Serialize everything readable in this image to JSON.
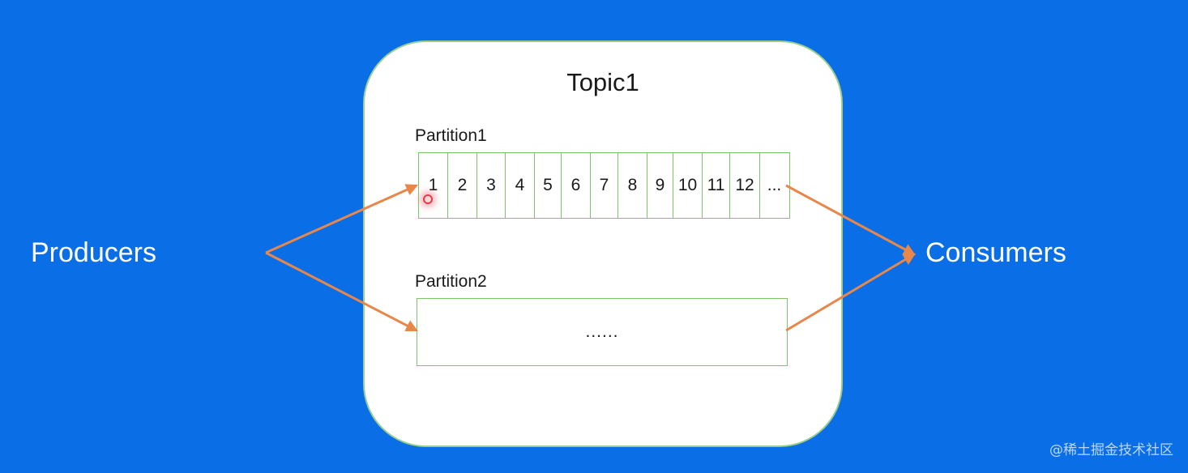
{
  "producers_label": "Producers",
  "consumers_label": "Consumers",
  "topic": {
    "title": "Topic1",
    "partitions": [
      {
        "label": "Partition1",
        "cells": [
          "1",
          "2",
          "3",
          "4",
          "5",
          "6",
          "7",
          "8",
          "9",
          "10",
          "11",
          "12",
          "..."
        ]
      },
      {
        "label": "Partition2",
        "content": "......"
      }
    ]
  },
  "watermark": "@稀土掘金技术社区",
  "colors": {
    "background": "#0a6ee6",
    "arrow": "#e8874a",
    "partition_border": "#7dc36a",
    "topic_fill": "#ffffff"
  }
}
